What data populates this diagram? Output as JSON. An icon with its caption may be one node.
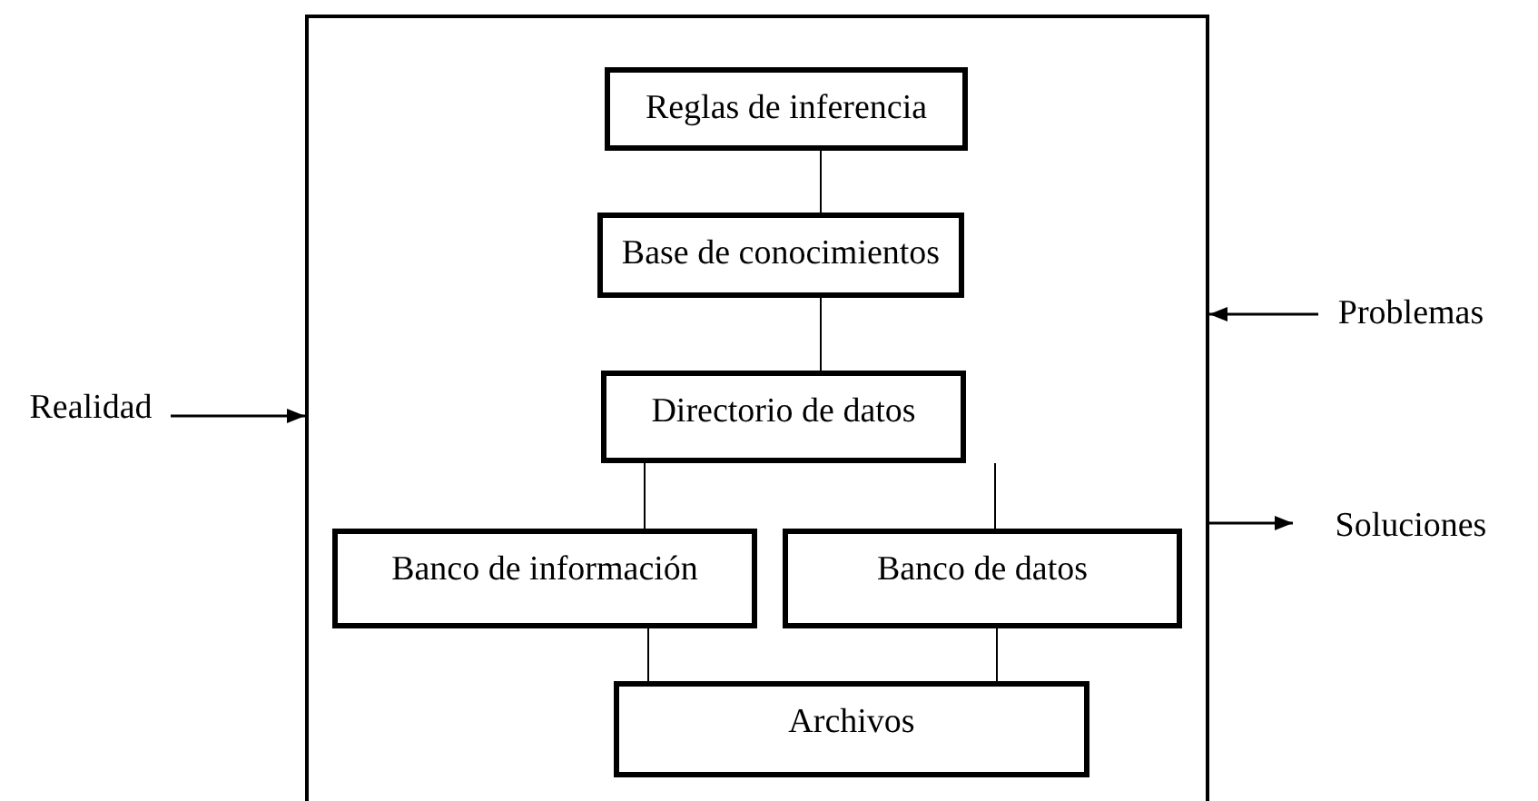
{
  "diagram": {
    "nodes": [
      {
        "text": [],
        "shape": "box"
      },
      {
        "text": [
          "Reglas de inferencia"
        ],
        "in": 0
      },
      {
        "text": [
          "Base de conocimientos"
        ],
        "in": 0
      },
      {
        "text": [
          "Directorio de datos"
        ],
        "in": 0
      },
      {
        "text": [
          "Banco de información"
        ],
        "in": 0
      },
      {
        "text": [
          "Banco de datos"
        ],
        "in": 0
      },
      {
        "text": [
          "Archivos"
        ],
        "in": 0
      },
      {
        "text": [
          "Realidad"
        ]
      },
      {
        "text": [
          "Problemas"
        ]
      },
      {
        "text": [
          "Soluciones"
        ]
      }
    ],
    "edges": [
      {
        "from": 1,
        "to": 2,
        "arrow": "none"
      },
      {
        "from": 2,
        "to": 3,
        "arrow": "none"
      },
      {
        "from": 3,
        "to": 4,
        "arrow": "none"
      },
      {
        "from": 3,
        "to": 5,
        "arrow": "none"
      },
      {
        "from": 4,
        "to": 6,
        "arrow": "none"
      },
      {
        "from": 5,
        "to": 6,
        "arrow": "none"
      },
      {
        "from": 7,
        "to": 0,
        "arrow": "to"
      },
      {
        "from": 8,
        "to": 0,
        "arrow": "to"
      },
      {
        "from": 0,
        "to": 9,
        "arrow": "to"
      }
    ]
  }
}
